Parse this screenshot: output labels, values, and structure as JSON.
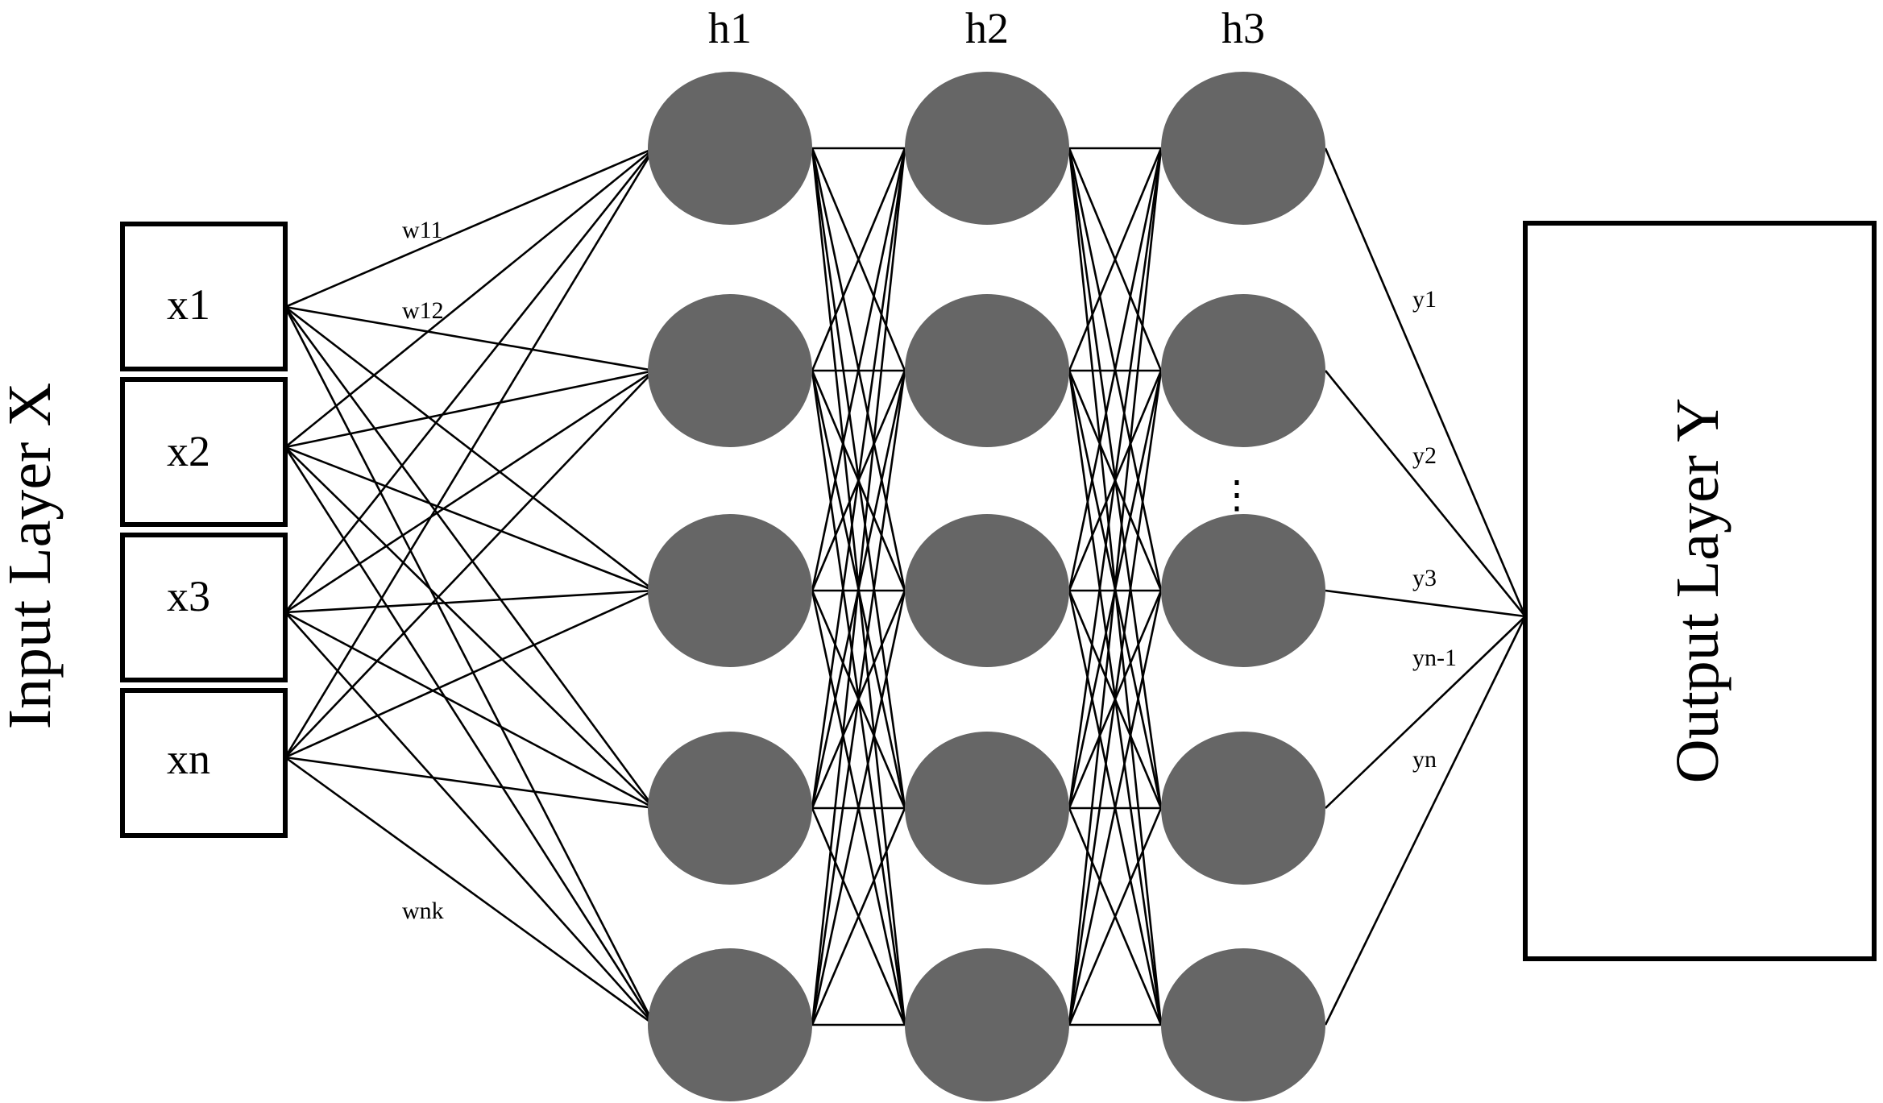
{
  "input_layer": {
    "title": "Input Layer X",
    "nodes": [
      "x1",
      "x2",
      "x3",
      "xn"
    ]
  },
  "hidden_layers": [
    "h1",
    "h2",
    "h3"
  ],
  "output_layer": {
    "title": "Output Layer Y",
    "labels": [
      "y1",
      "y2",
      "y3",
      "yn-1",
      "yn"
    ]
  },
  "weights": {
    "w11": "w11",
    "w12": "w12",
    "wnk": "wnk"
  },
  "ellipsis": "⋮",
  "colors": {
    "node_fill": "#666666",
    "line": "#000000",
    "background": "#ffffff"
  }
}
